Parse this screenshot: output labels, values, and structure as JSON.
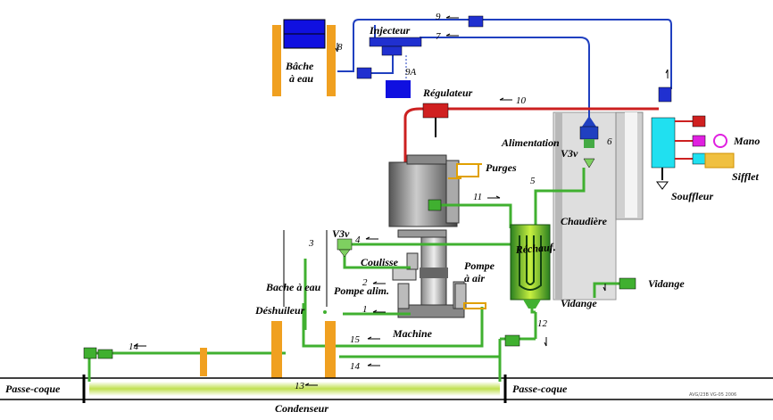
{
  "labels": {
    "bache_eau_top_1": "Bâche",
    "bache_eau_top_2": "à eau",
    "injecteur": "Injecteur",
    "regulateur": "Régulateur",
    "alimentation": "Alimentation",
    "purges": "Purges",
    "v3v_right": "V3v",
    "chaudiere": "Chaudière",
    "mano": "Mano",
    "sifflet": "Sifflet",
    "souffleur": "Souffleur",
    "rechauf": "Réchauf.",
    "v3v_left": "V3v",
    "coulisse": "Coulisse",
    "bache_eau_left": "Bache à eau",
    "pompe_alim": "Pompe alim.",
    "pompe_air_1": "Pompe",
    "pompe_air_2": "à air",
    "deshuileur": "Déshuileur",
    "machine": "Machine",
    "vidange_right": "Vidange",
    "vidange_bottom": "Vidange",
    "passe_coque_left": "Passe-coque",
    "passe_coque_right": "Passe-coque",
    "condenseur": "Condenseur",
    "credit": "AVG/23B VG-05 2006"
  },
  "pipe_numbers": {
    "n1": "1",
    "n2": "2",
    "n3": "3",
    "n4": "4",
    "n5": "5",
    "n6": "6",
    "n7": "7",
    "n8": "8",
    "n9": "9",
    "n9a": "9A",
    "n10": "10",
    "n11": "11",
    "n12": "12",
    "n13": "13",
    "n14a": "14",
    "n14b": "14",
    "n15": "15"
  },
  "colors": {
    "steam_red": "#cc2020",
    "feed_blue": "#2040c0",
    "condensate_green": "#3cb030",
    "lube_yellow": "#e0a000",
    "tank_blue": "#1010e0",
    "boiler_gray": "#dcdcdc",
    "gauge_magenta": "#e020e0",
    "whistle_cyan": "#20e0f0",
    "support_orange": "#f0a020"
  }
}
